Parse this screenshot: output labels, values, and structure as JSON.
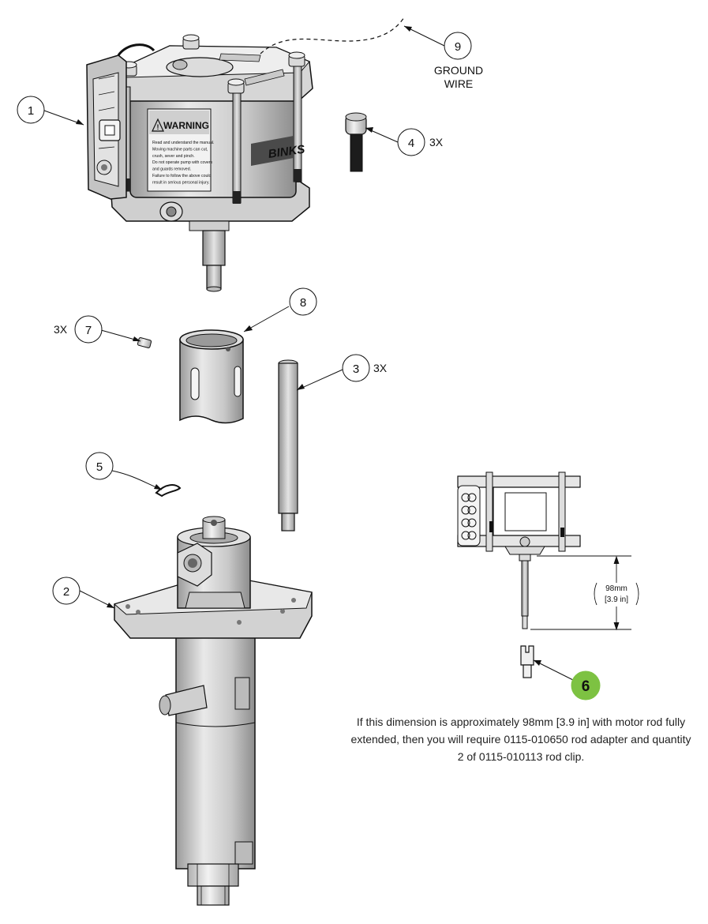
{
  "callouts": [
    {
      "number": "1",
      "qty": ""
    },
    {
      "number": "2",
      "qty": ""
    },
    {
      "number": "3",
      "qty": "3X"
    },
    {
      "number": "4",
      "qty": "3X"
    },
    {
      "number": "5",
      "qty": ""
    },
    {
      "number": "6",
      "qty": ""
    },
    {
      "number": "7",
      "qty": "3X"
    },
    {
      "number": "8",
      "qty": ""
    },
    {
      "number": "9",
      "qty": ""
    }
  ],
  "ground_wire_label": [
    "GROUND",
    "WIRE"
  ],
  "warning_label": {
    "title": "WARNING",
    "lines": [
      "Read and understand the manual.",
      "Moving machine parts can cut,",
      "crush, sever and pinch.",
      "Do not operate pump with covers",
      "and guards removed.",
      "Failure to follow the above could",
      "result in serious personal injury."
    ]
  },
  "brand_text": "BINKS",
  "dimension": {
    "metric": "98mm",
    "imperial": "[3.9 in]"
  },
  "note_text": "If this dimension is approximately 98mm [3.9 in] with motor rod fully extended, then you will require 0115-010650 rod adapter and quantity 2 of 0115-010113 rod clip.",
  "colors": {
    "highlight": "#7dc242",
    "line": "#111111",
    "metal_light": "#e6e6e6",
    "metal_mid": "#bdbdbd",
    "metal_dark": "#8a8a8a"
  }
}
